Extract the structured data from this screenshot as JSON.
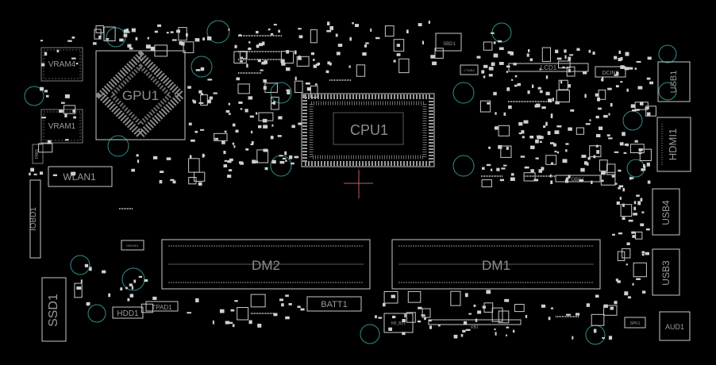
{
  "board": {
    "labels": {
      "vram4": "VRAM4",
      "vram1": "VRAM1",
      "gpu1": "GPU1",
      "cpu1": "CPU1",
      "wlan1": "WLAN1",
      "iobd1": "IOBD1",
      "ssd1": "SSD1",
      "hdd1": "HDD1",
      "tpad1": "TPAD1",
      "dm2": "DM2",
      "dm1": "DM1",
      "batt1": "BATT1",
      "kb_bl1": "KB_BL1",
      "kb1": "KB1",
      "lcd1": "LCD1",
      "dcin1": "DCIN1",
      "usb1": "USB1",
      "hdmi1": "HDMI1",
      "usb4": "USB4",
      "usb3": "USB3",
      "aud1": "AUD1",
      "spk1": "SPK1",
      "dbg1": "DBG1",
      "sbd1": "SBD1",
      "fan1": "FAN1",
      "th1": "SENSE1",
      "ctmb": "CTMB3"
    }
  }
}
